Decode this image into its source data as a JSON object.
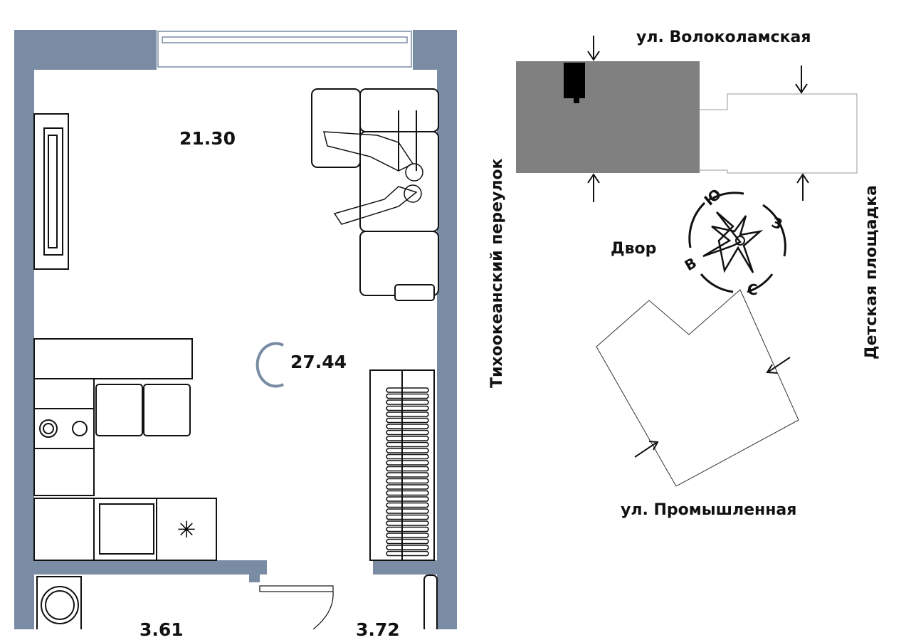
{
  "plan": {
    "room_type_letter": "С",
    "total_area": "27.44",
    "living_area": "21.30",
    "bathroom_area": "3.61",
    "hall_area": "3.72",
    "wall_color": "#7a8ca3"
  },
  "site": {
    "street_north": "ул. Волоколамская",
    "street_south": "ул. Промышленная",
    "street_west": "Тихоокеанский переулок",
    "east_label": "Детская площадка",
    "yard_label": "Двор",
    "compass": {
      "s": "Ю",
      "w": "З",
      "e": "В",
      "n": "С"
    },
    "building_color": "#808080"
  }
}
